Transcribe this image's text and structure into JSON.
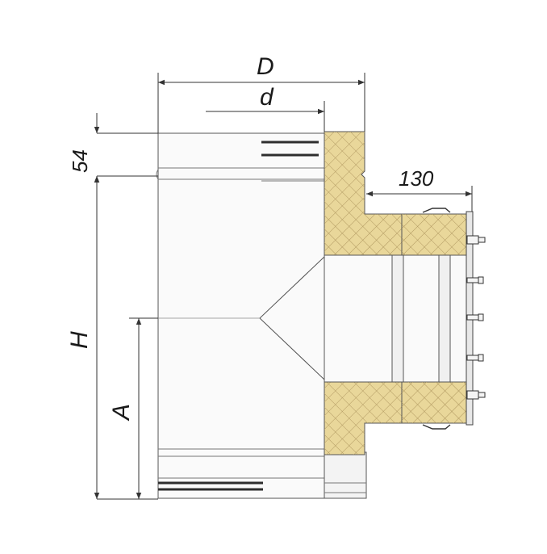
{
  "colors": {
    "insulation": "#e9d79a",
    "hatch": "#b09860",
    "stroke": "#555555",
    "metal_light": "#f5f5f5",
    "band_dark": "#2e2e2e"
  },
  "dimensions": {
    "D": "D",
    "d": "d",
    "H": "H",
    "A": "A",
    "collar": "54",
    "branch_length": "130"
  }
}
